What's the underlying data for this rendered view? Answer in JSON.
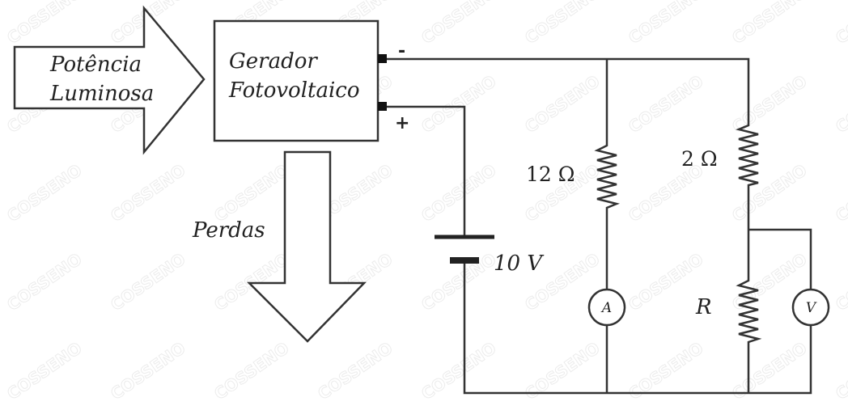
{
  "watermark": {
    "text": "COSSENO",
    "color": "#ececec"
  },
  "input_arrow": {
    "line1": "Potência",
    "line2": "Luminosa"
  },
  "generator": {
    "line1": "Gerador",
    "line2": "Fotovoltaico"
  },
  "terminals": {
    "negative": "-",
    "positive": "+"
  },
  "losses_arrow": {
    "label": "Perdas"
  },
  "battery": {
    "label": "10 V"
  },
  "resistor_12": {
    "label": "12 Ω"
  },
  "resistor_2": {
    "label": "2 Ω"
  },
  "resistor_r": {
    "label": "R"
  },
  "ammeter": {
    "label": "A"
  },
  "voltmeter": {
    "label": "V"
  }
}
